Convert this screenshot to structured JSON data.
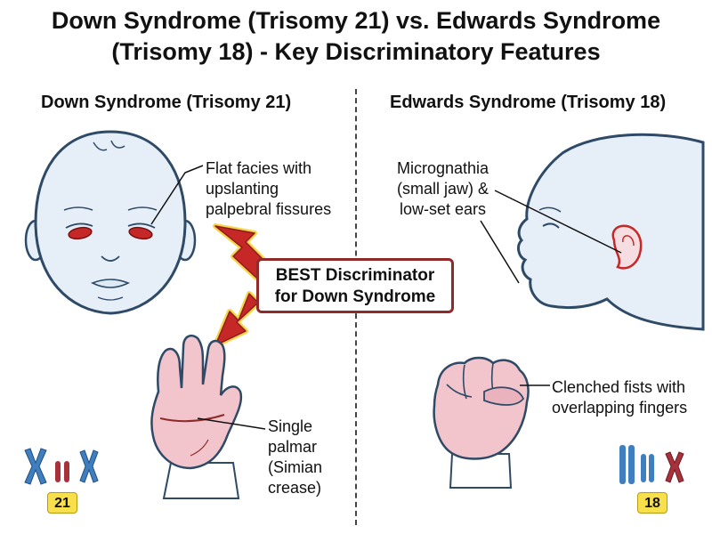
{
  "title": {
    "line1": "Down Syndrome (Trisomy 21) vs. Edwards Syndrome",
    "line2": "(Trisomy 18) - Key Discriminatory Features"
  },
  "left": {
    "heading": "Down Syndrome (Trisomy 21)",
    "facies_label": [
      "Flat facies with",
      "upslanting",
      "palpebral fissures"
    ],
    "crease_label": [
      "Single",
      "palmar",
      "(Simian",
      "crease)"
    ],
    "chromosome_badge": "21"
  },
  "right": {
    "heading": "Edwards Syndrome (Trisomy 18)",
    "jaw_label": [
      "Micrognathia",
      "(small jaw) &",
      "low-set ears"
    ],
    "fist_label": [
      "Clenched fists with",
      "overlapping fingers"
    ],
    "chromosome_badge": "18"
  },
  "callout": {
    "line1": "BEST Discriminator",
    "line2": "for Down Syndrome"
  },
  "colors": {
    "skin_face": "#e6eff8",
    "outline": "#2e4a66",
    "skin_hand": "#f2c4cc",
    "eye_red": "#c62828",
    "arrow_red": "#c62828",
    "arrow_glow": "#f6d54a",
    "chromosome_blue": "#3f7fbf",
    "chromosome_red": "#a8323c",
    "badge_yellow": "#f7e04b",
    "callout_border": "#8e2a2a"
  }
}
